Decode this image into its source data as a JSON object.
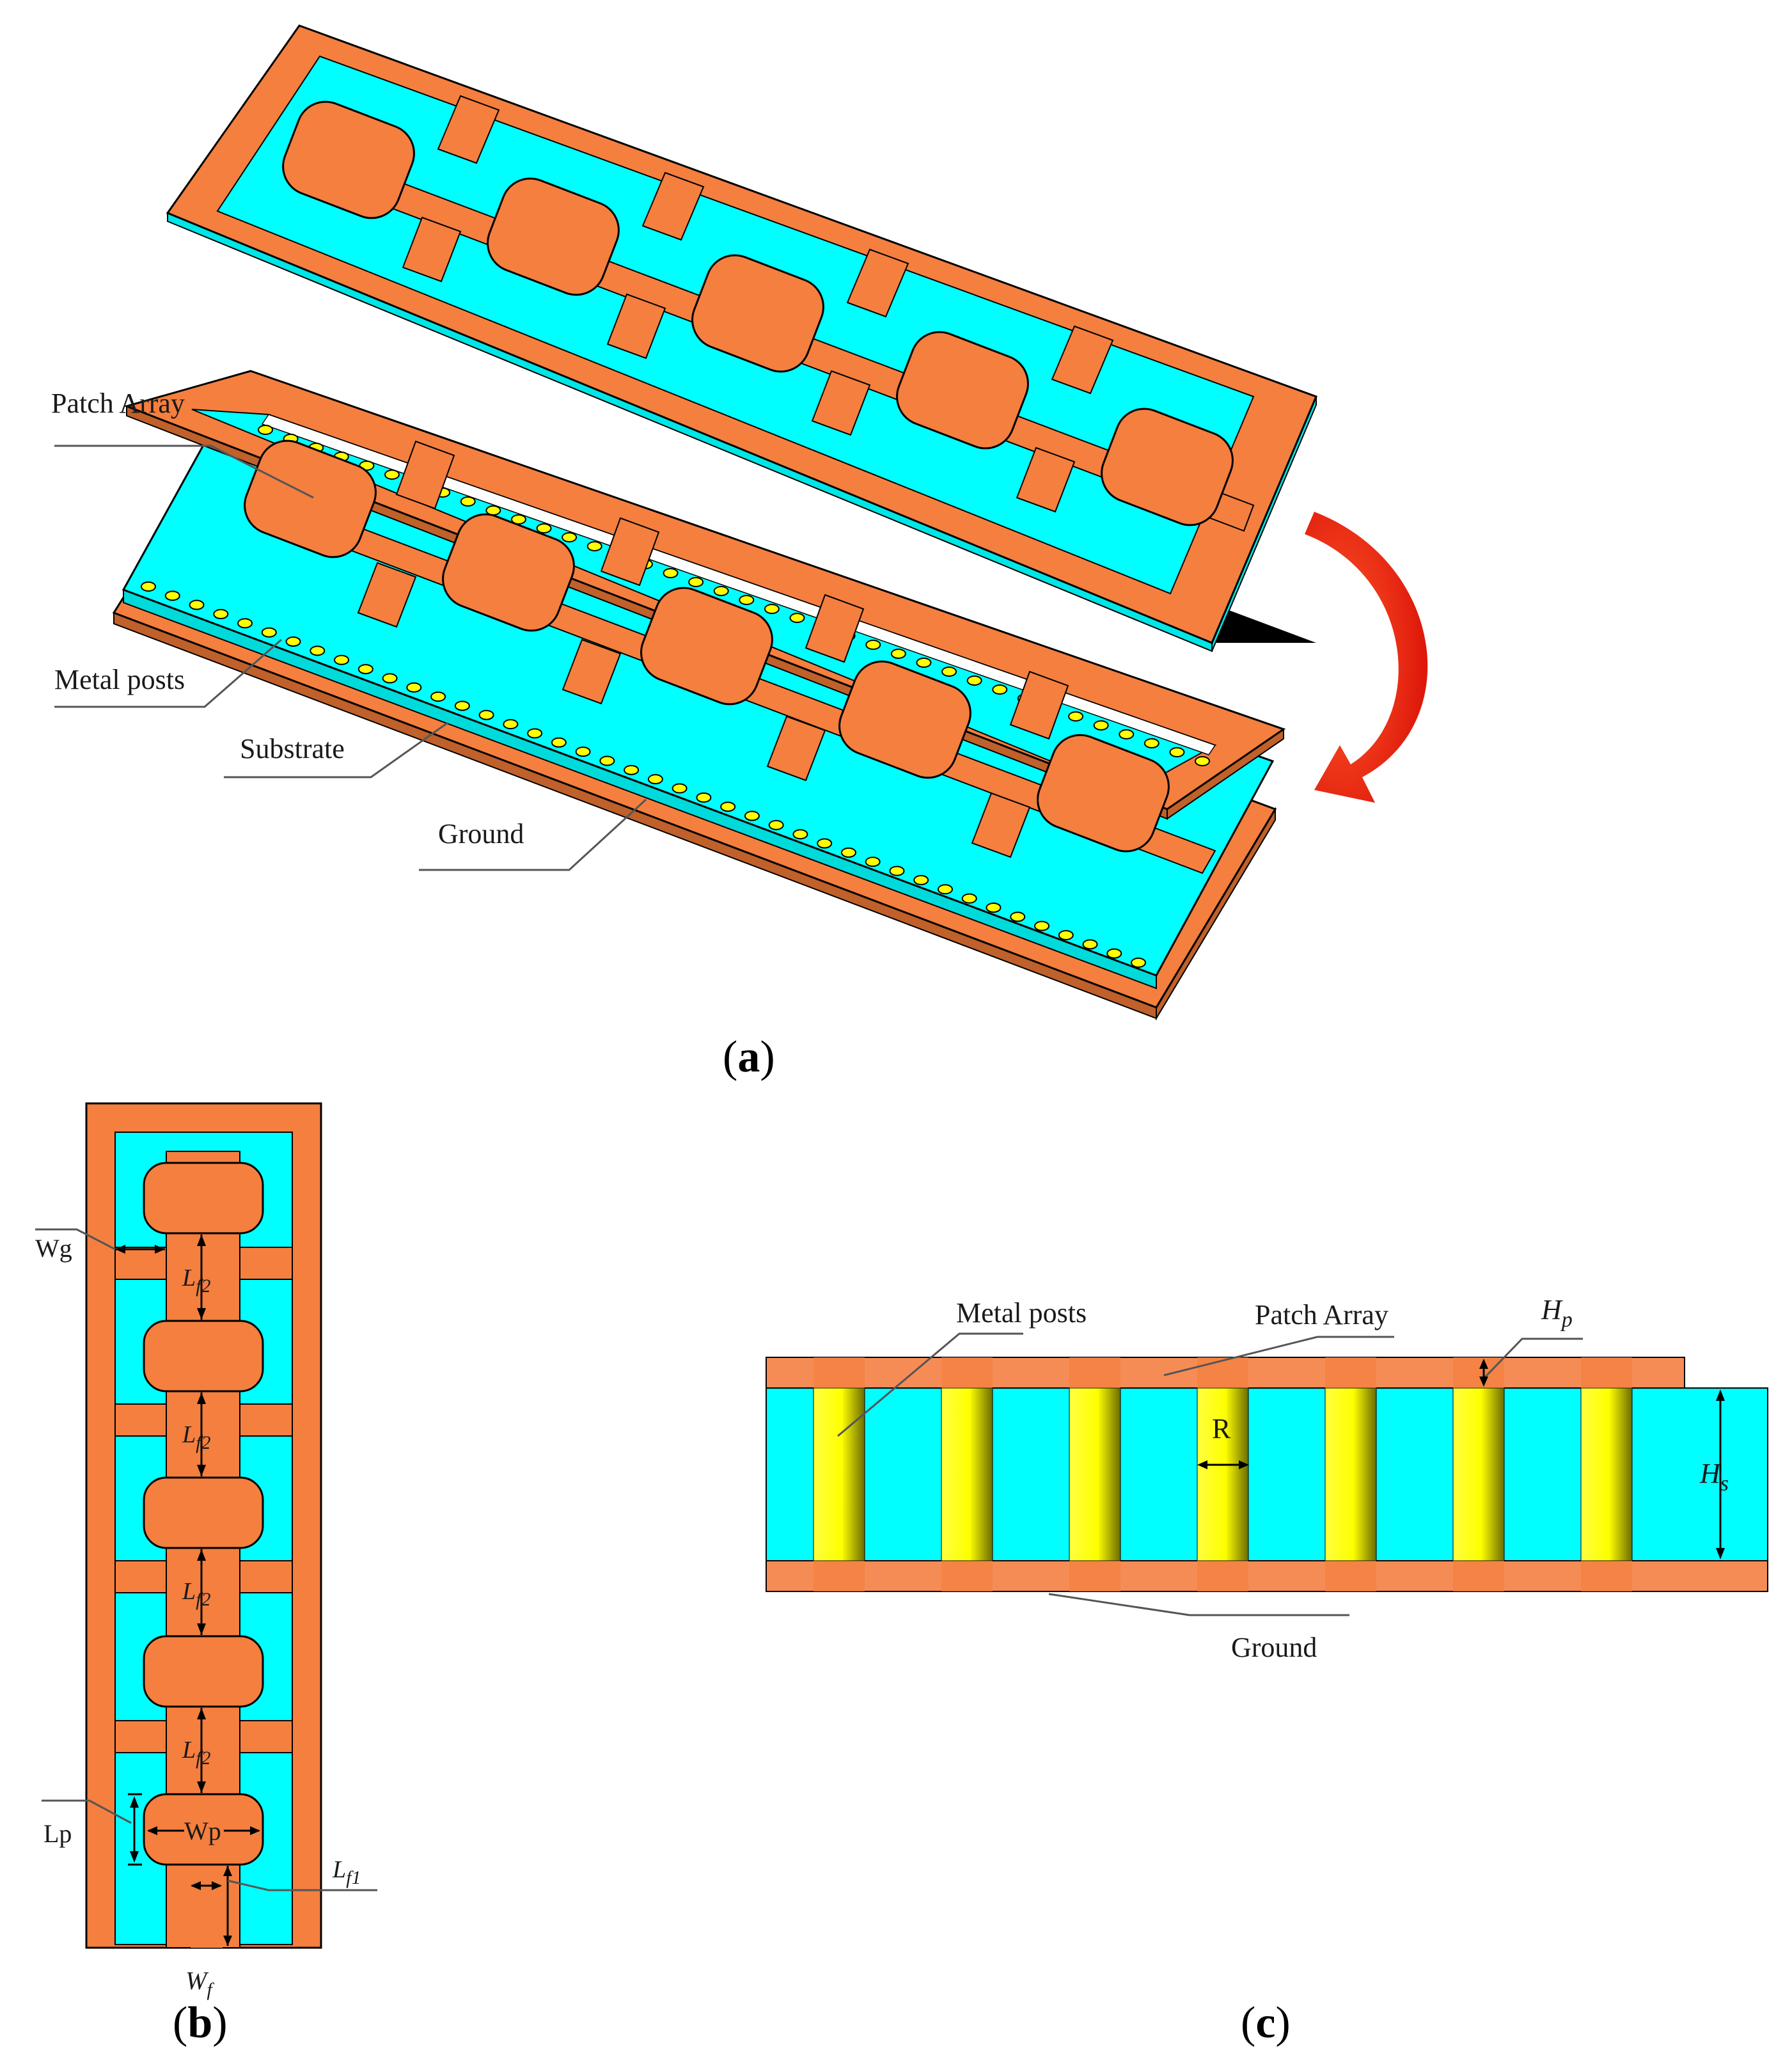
{
  "panel_a": {
    "caption": "a",
    "labels": {
      "patch_array": "Patch Array",
      "metal_posts": "Metal posts",
      "substrate": "Substrate",
      "ground": "Ground"
    }
  },
  "panel_b": {
    "caption": "b",
    "labels": {
      "wg": "Wg",
      "lf2_base": "L",
      "lf2_sub": "f2",
      "lp": "Lp",
      "wp": "Wp",
      "lf1_base": "L",
      "lf1_sub": "f1",
      "wf_base": "W",
      "wf_sub": "f"
    }
  },
  "panel_c": {
    "caption": "c",
    "labels": {
      "metal_posts": "Metal posts",
      "patch_array": "Patch Array",
      "hp_base": "H",
      "hp_sub": "p",
      "r": "R",
      "hs_base": "H",
      "hs_sub": "s",
      "ground": "Ground"
    }
  },
  "colors": {
    "copper": "#f47f3f",
    "substrate": "#00ffff",
    "post": "#ffff00",
    "arrow": "#e8160c"
  }
}
